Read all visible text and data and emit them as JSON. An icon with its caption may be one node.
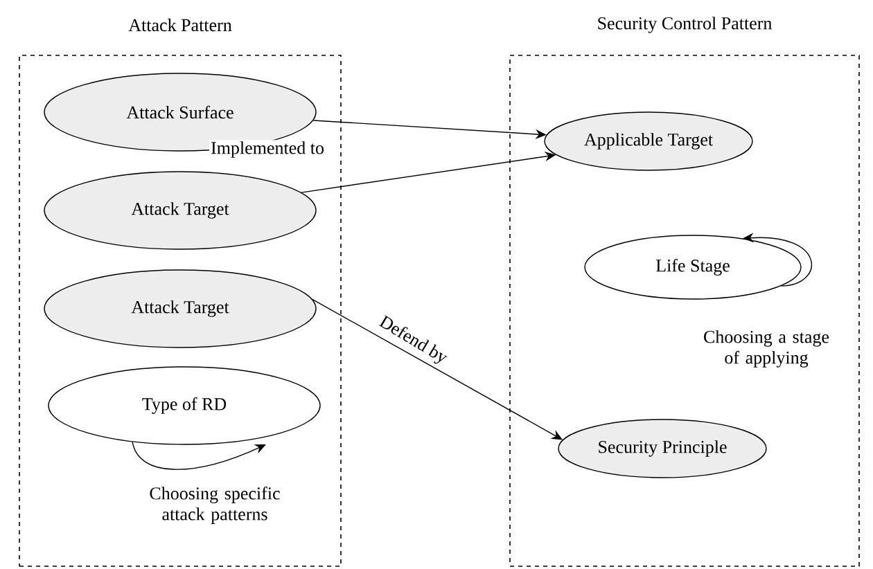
{
  "diagram": {
    "nodes": [
      {
        "text": [
          "Attack Pattern"
        ]
      },
      {
        "text": [
          "Attack Surface"
        ],
        "in": 0
      },
      {
        "text": [
          "Attack Target"
        ],
        "in": 0
      },
      {
        "text": [
          "Attack Target"
        ],
        "in": 0
      },
      {
        "text": [
          "Type of RD"
        ],
        "in": 0
      },
      {
        "text": [
          "Security Control Pattern"
        ]
      },
      {
        "text": [
          "Applicable Target"
        ],
        "in": 5
      },
      {
        "text": [
          "Life Stage"
        ],
        "in": 5
      },
      {
        "text": [
          "Security Principle"
        ],
        "in": 5
      }
    ],
    "edges": [
      {
        "from": 1,
        "to": 6,
        "arrow": "to",
        "label": "Implemented to"
      },
      {
        "from": 2,
        "to": 6,
        "arrow": "to"
      },
      {
        "from": 3,
        "to": 8,
        "arrow": "to",
        "label": "Defend by"
      },
      {
        "from": 4,
        "to": 4,
        "arrow": "to",
        "label": "Choosing specific attack patterns"
      },
      {
        "from": 7,
        "to": 7,
        "arrow": "to",
        "label": "Choosing a stage of applying"
      }
    ]
  }
}
